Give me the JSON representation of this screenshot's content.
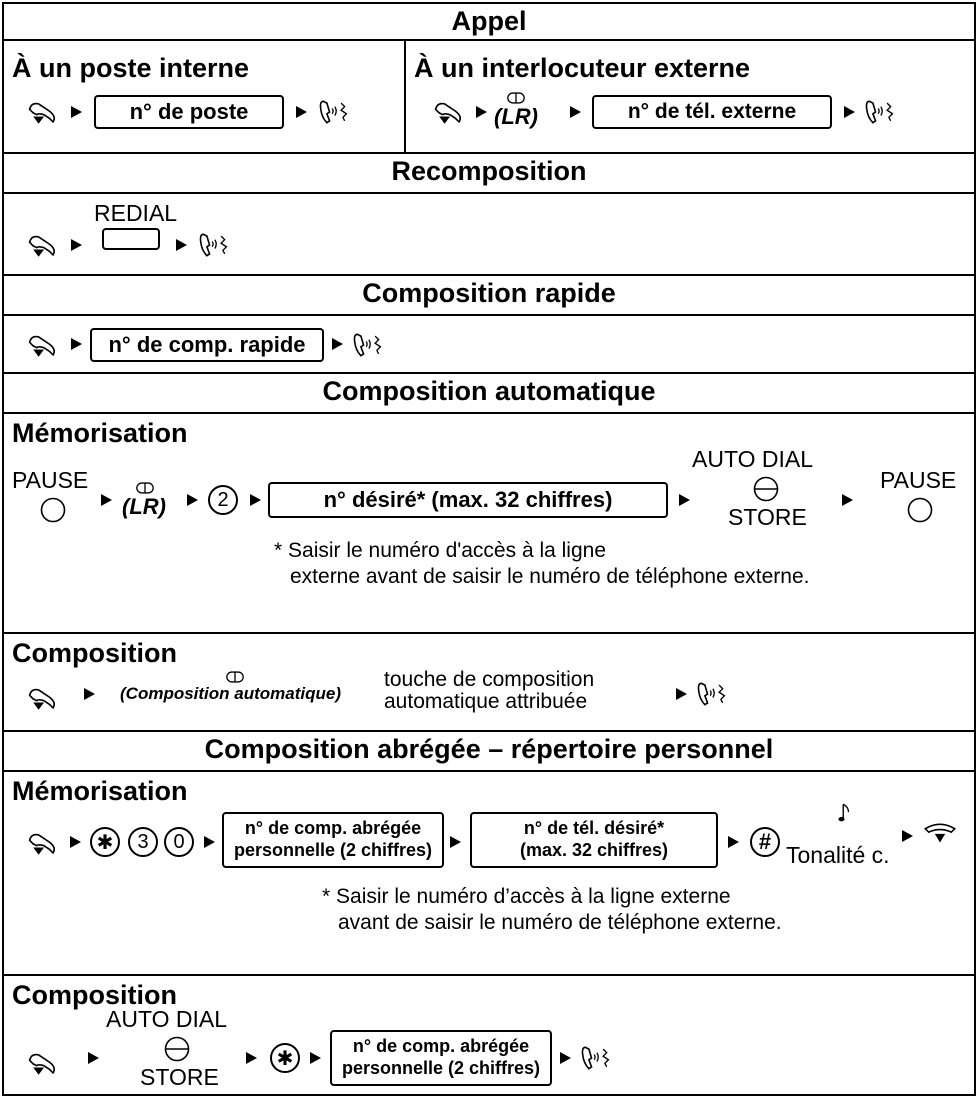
{
  "sections": {
    "appel": "Appel",
    "interne": "À un poste interne",
    "externe": "À un interlocuteur externe",
    "recomposition": "Recomposition",
    "rapide": "Composition rapide",
    "automatique": "Composition automatique",
    "abregee": "Composition abrégée – répertoire personnel",
    "memorisation": "Mémorisation",
    "composition": "Composition"
  },
  "boxes": {
    "poste": "n° de poste",
    "tel_externe": "n° de tél. externe",
    "comp_rapide": "n° de comp. rapide",
    "desire_max": "n° désiré* (max. 32 chiffres)",
    "abregee_l1": "n° de comp. abrégée",
    "abregee_l2": "personnelle (2 chiffres)",
    "tel_desire_l1": "n° de tél. désiré*",
    "tel_desire_l2": "(max. 32 chiffres)"
  },
  "labels": {
    "lr": "(LR)",
    "redial": "REDIAL",
    "pause": "PAUSE",
    "auto_dial": "AUTO DIAL",
    "store": "STORE",
    "comp_auto_key": "(Composition automatique)",
    "touche_l1": "touche de composition",
    "touche_l2": "automatique attribuée",
    "tonalite": "Tonalité c.",
    "digit_2": "2",
    "digit_3": "3",
    "digit_0": "0",
    "star": "✱",
    "hash": "#"
  },
  "notes": {
    "auto_l1": "* Saisir le numéro d'accès à la ligne",
    "auto_l2": "externe avant de saisir le numéro de téléphone externe.",
    "abr_l1": "* Saisir le numéro d’accès à la ligne externe",
    "abr_l2": "avant de saisir le numéro de téléphone externe."
  },
  "icons": [
    "off-hook-icon",
    "talk-icon",
    "line-key-icon",
    "pause-key-icon",
    "auto-dial-store-key-icon",
    "confirmation-tone-icon",
    "on-hook-icon"
  ]
}
